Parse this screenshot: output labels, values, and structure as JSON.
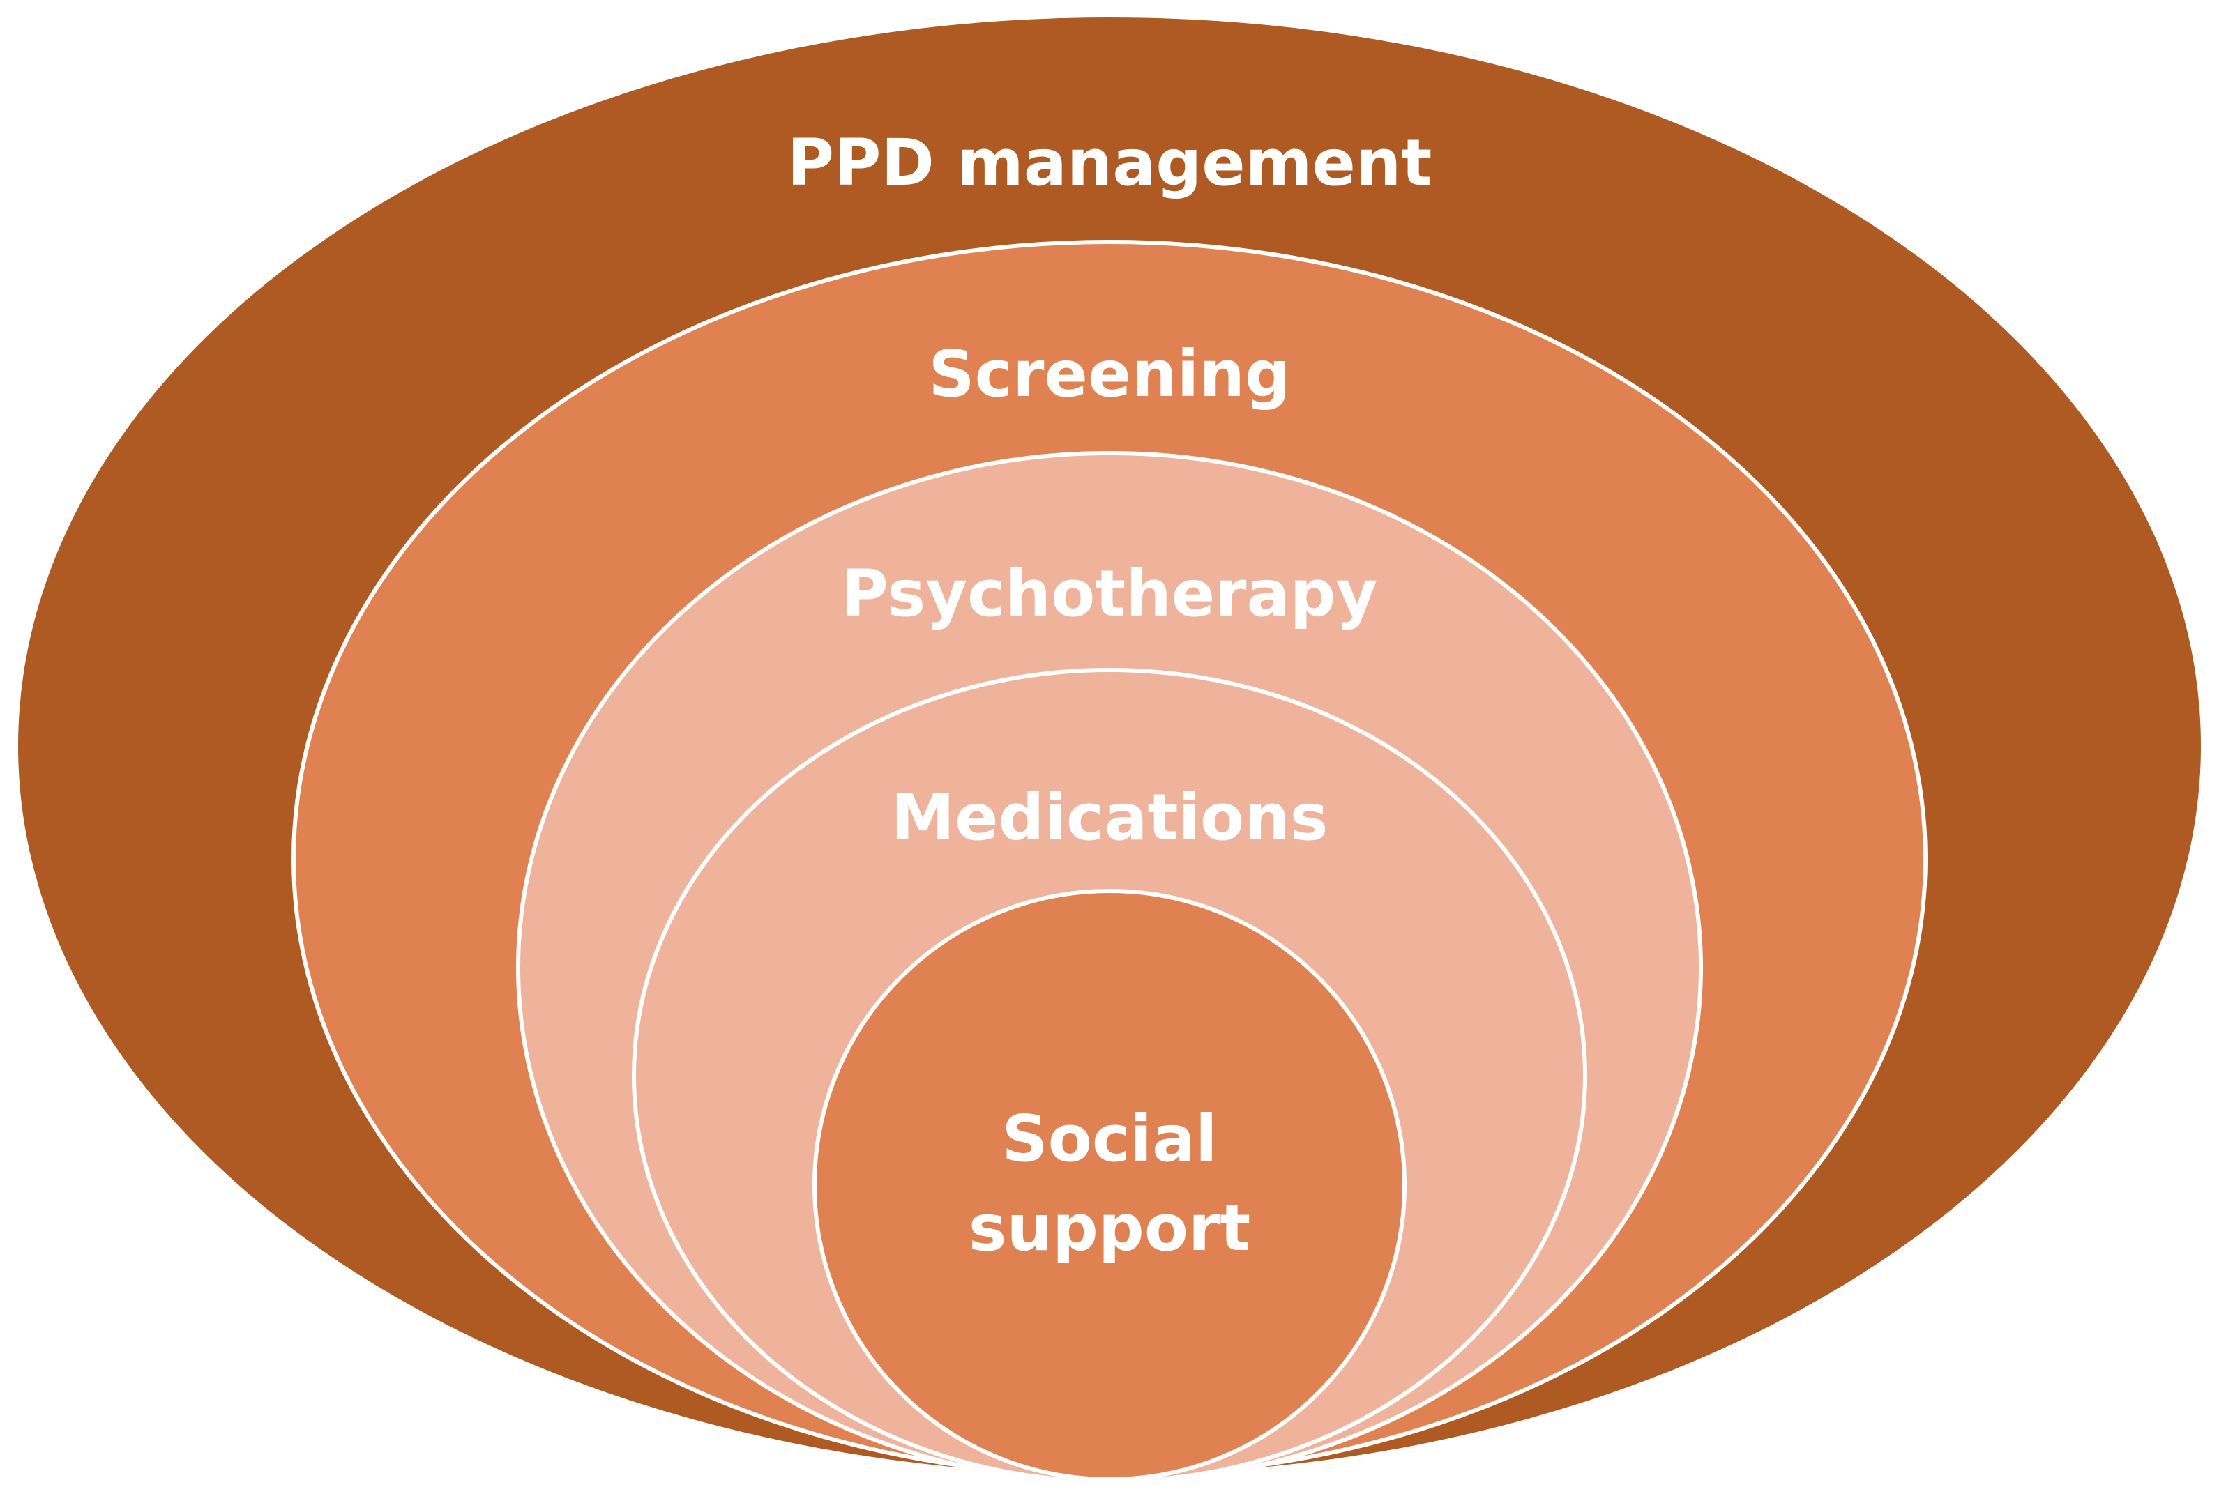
{
  "diagram": {
    "layers": [
      {
        "label": "PPD management",
        "color": "#AE5A22"
      },
      {
        "label": "Screening",
        "color": "#DF8150"
      },
      {
        "label": "Psychotherapy",
        "color": "#EFB39B"
      },
      {
        "label": "Medications",
        "color": "#EFB39B"
      },
      {
        "label": "Social",
        "label_line2": "support",
        "color": "#DF8150"
      }
    ],
    "outline_color": "#FFFFFF"
  }
}
